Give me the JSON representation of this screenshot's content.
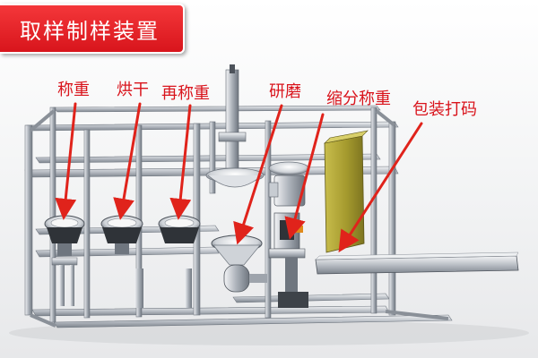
{
  "title": "取样制样装置",
  "colors": {
    "banner": "#e3191f",
    "label": "#d9141c",
    "arrow": "#e0231b",
    "frame": "#9aa0a8",
    "panel": "#a59a2e"
  },
  "labels": {
    "weigh": "称重",
    "dry": "烘干",
    "reweigh": "再称重",
    "grind": "研磨",
    "split_weigh": "缩分称重",
    "pack_code": "包装打码"
  }
}
